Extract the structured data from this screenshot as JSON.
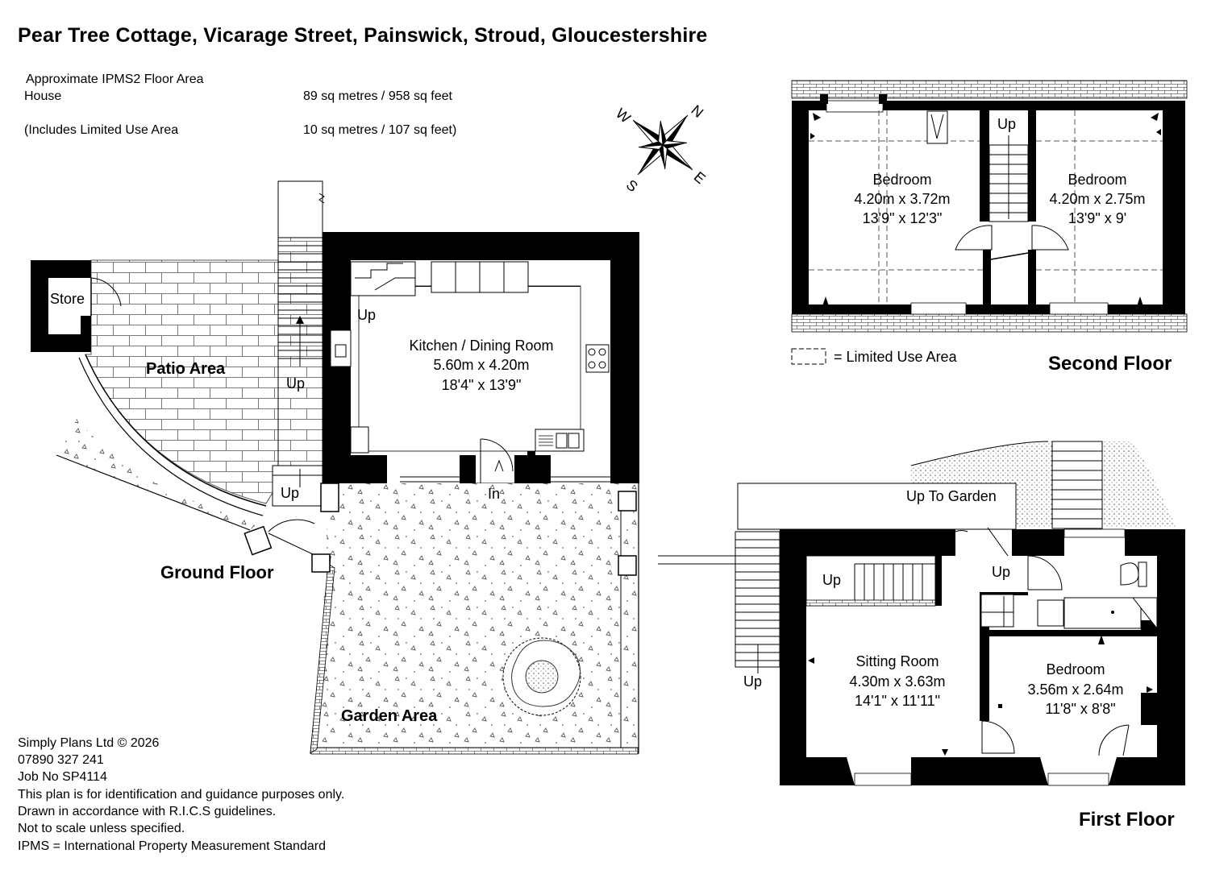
{
  "header": {
    "title": "Pear Tree Cottage, Vicarage Street, Painswick, Stroud, Gloucestershire"
  },
  "area": {
    "heading": "Approximate IPMS2 Floor Area",
    "house_label": "House",
    "house_value": "89 sq metres /  958 sq feet",
    "limited_label": "(Includes Limited Use Area",
    "limited_value": "10 sq metres /   107 sq feet)"
  },
  "compass": {
    "n": "N",
    "e": "E",
    "s": "S",
    "w": "W"
  },
  "legend": {
    "text": "= Limited Use Area"
  },
  "floors": {
    "ground": "Ground Floor",
    "first": "First Floor",
    "second": "Second Floor"
  },
  "ground_floor": {
    "kitchen": {
      "name": "Kitchen / Dining Room",
      "metric": "5.60m x 4.20m",
      "imperial": "18'4\" x 13'9\""
    },
    "store": "Store",
    "patio": "Patio Area",
    "garden": "Garden Area",
    "up_stairs_kitchen": "Up",
    "up_patio_steps": "Up",
    "up_lower_steps": "Up",
    "entry": "In"
  },
  "first_floor": {
    "sitting": {
      "name": "Sitting Room",
      "metric": "4.30m x 3.63m",
      "imperial": "14'1\" x 11'11\""
    },
    "bedroom": {
      "name": "Bedroom",
      "metric": "3.56m x 2.64m",
      "imperial": "11'8\" x 8'8\""
    },
    "up_to_garden": "Up To Garden",
    "up_stair": "Up",
    "up_landing": "Up",
    "up_outside": "Up"
  },
  "second_floor": {
    "bedroom1": {
      "name": "Bedroom",
      "metric": "4.20m x 3.72m",
      "imperial": "13'9\" x 12'3\""
    },
    "bedroom2": {
      "name": "Bedroom",
      "metric": "4.20m x 2.75m",
      "imperial": "13'9\" x 9'"
    },
    "up_stair": "Up"
  },
  "credits": {
    "company": "Simply Plans Ltd © 2026",
    "phone": "07890 327 241",
    "job": "Job No SP4114",
    "line1": "This plan is for identification and guidance purposes only.",
    "line2": "Drawn in accordance with R.I.C.S guidelines.",
    "line3": "Not to scale unless specified.",
    "line4": "IPMS = International Property Measurement Standard"
  }
}
